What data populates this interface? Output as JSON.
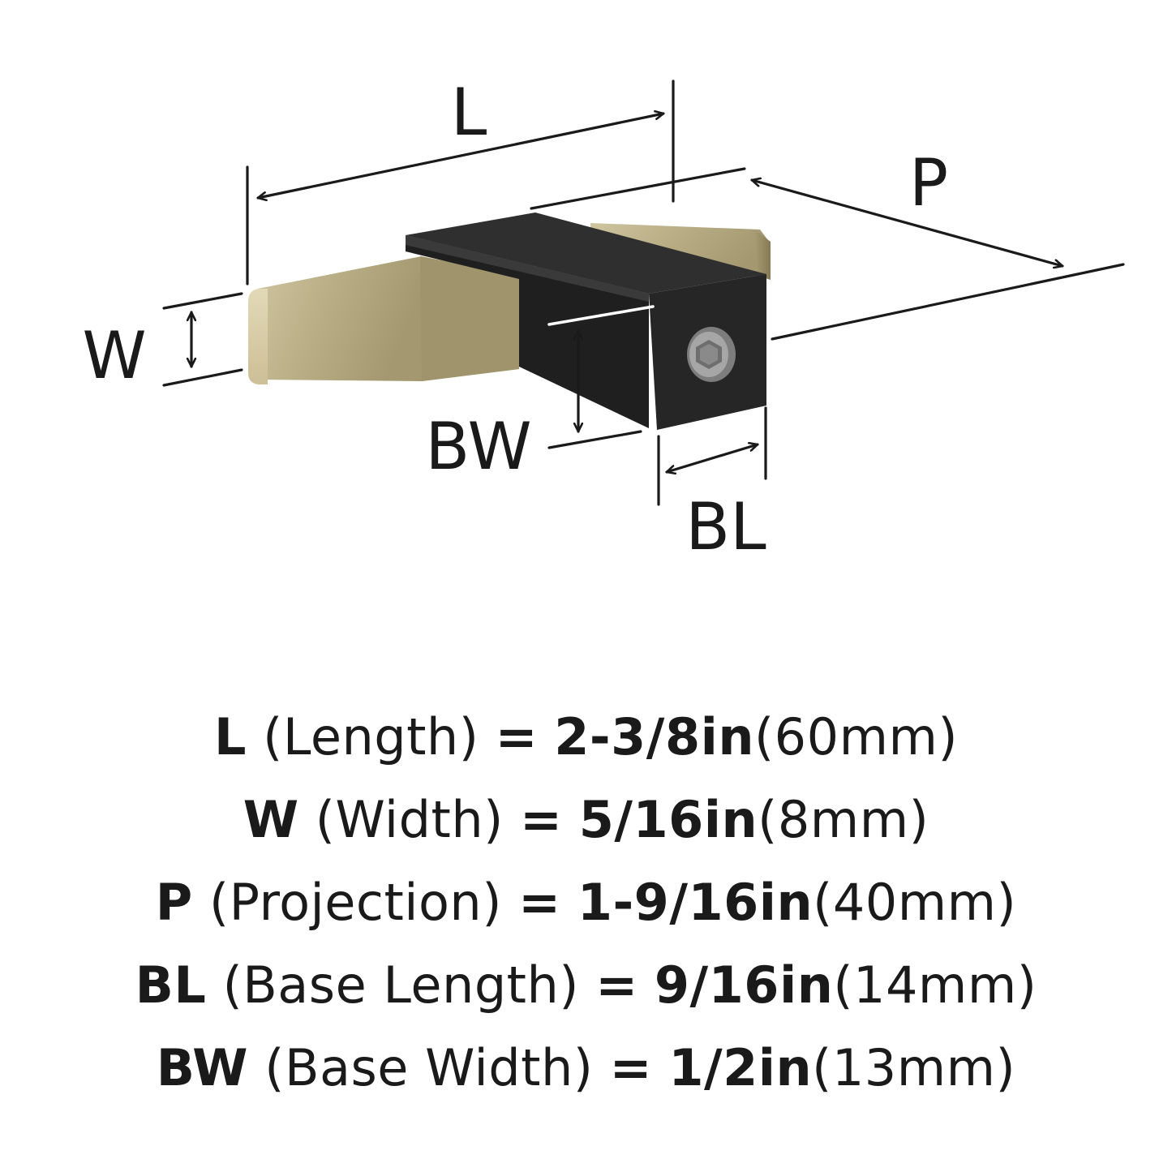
{
  "diagram": {
    "labels": {
      "L": "L",
      "P": "P",
      "W": "W",
      "BW": "BW",
      "BL": "BL"
    },
    "colors": {
      "brass_light": "#d8cfac",
      "brass_mid": "#b9ae86",
      "brass_dark": "#8e845f",
      "base_black": "#1d1d1d",
      "screw": "#9a9a9a",
      "line": "#1a1a1a"
    },
    "icons": {
      "screw": "hex-socket-screw-icon"
    }
  },
  "specs": [
    {
      "code": "L",
      "name": "(Length)",
      "eq": "=",
      "imperial": "2-3/8in",
      "metric": "(60mm)"
    },
    {
      "code": "W",
      "name": "(Width)",
      "eq": "=",
      "imperial": "5/16in",
      "metric": "(8mm)"
    },
    {
      "code": "P",
      "name": "(Projection)",
      "eq": "=",
      "imperial": "1-9/16in",
      "metric": "(40mm)"
    },
    {
      "code": "BL",
      "name": "(Base Length)",
      "eq": "=",
      "imperial": "9/16in",
      "metric": "(14mm)"
    },
    {
      "code": "BW",
      "name": "(Base Width)",
      "eq": "=",
      "imperial": "1/2in",
      "metric": "(13mm)"
    }
  ]
}
